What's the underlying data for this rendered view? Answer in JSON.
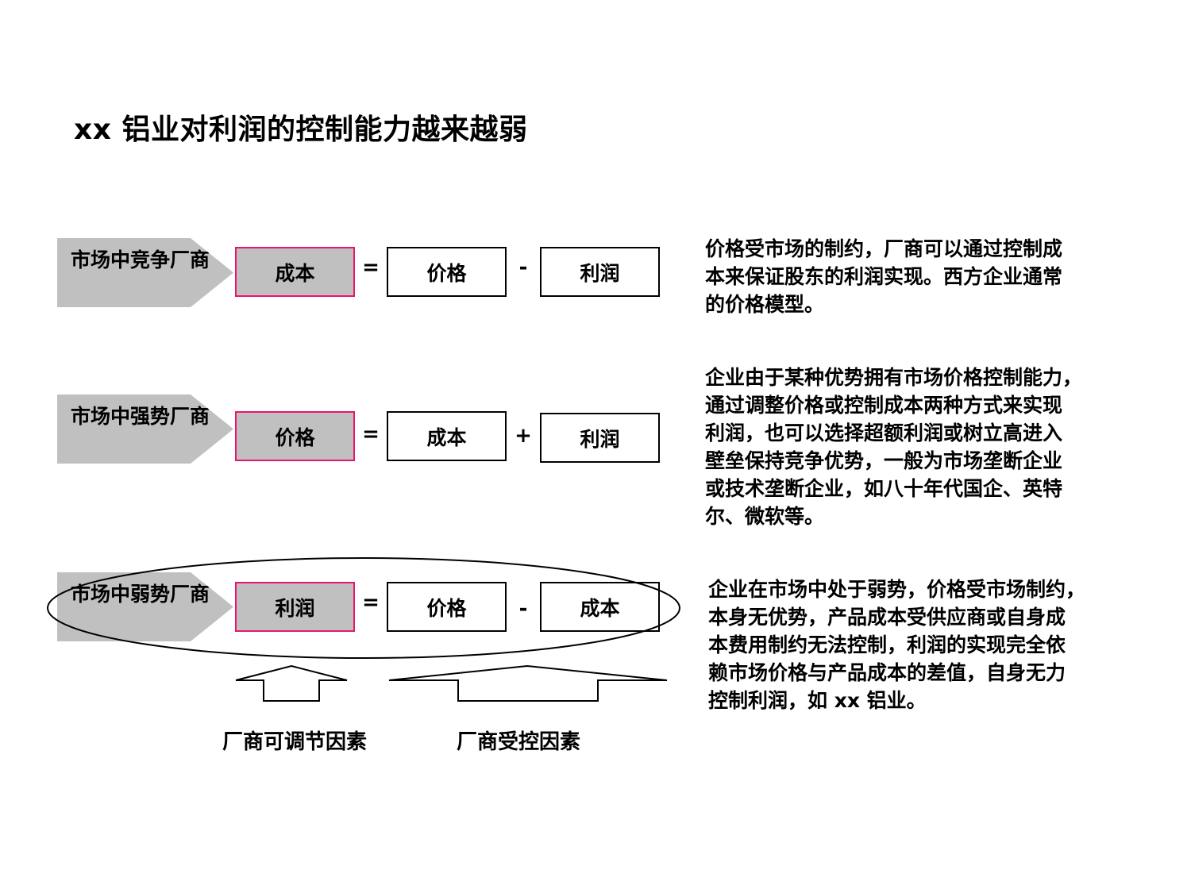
{
  "title": "xx 铝业对利润的控制能力越来越弱",
  "rows": [
    {
      "tag": "市场中竞争厂商",
      "formula": {
        "key": "成本",
        "op1": "=",
        "term1": "价格",
        "op2": "-",
        "term2": "利润"
      },
      "description": "价格受市场的制约，厂商可以通过控制成\n本来保证股东的利润实现。西方企业通常\n的价格模型。"
    },
    {
      "tag": "市场中强势厂商",
      "formula": {
        "key": "价格",
        "op1": "=",
        "term1": "成本",
        "op2": "+",
        "term2": "利润"
      },
      "description": "企业由于某种优势拥有市场价格控制能力，\n通过调整价格或控制成本两种方式来实现\n利润，也可以选择超额利润或树立高进入\n壁垒保持竞争优势，一般为市场垄断企业\n或技术垄断企业，如八十年代国企、英特\n尔、微软等。"
    },
    {
      "tag": "市场中弱势厂商",
      "formula": {
        "key": "利润",
        "op1": "=",
        "term1": "价格",
        "op2": "-",
        "term2": "成本"
      },
      "description": "企业在市场中处于弱势，价格受市场制约，\n本身无优势，产品成本受供应商或自身成\n本费用制约无法控制，利润的实现完全依\n赖市场价格与产品成本的差值，自身无力\n控制利润，如 xx 铝业。"
    }
  ],
  "arrows": {
    "adjustable_label": "厂商可调节因素",
    "controlled_label": "厂商受控因素"
  },
  "colors": {
    "tag_fill": "#c0c0c0",
    "key_box_fill": "#c0c0c0",
    "key_box_border": "#e8166c",
    "box_border": "#000000"
  }
}
